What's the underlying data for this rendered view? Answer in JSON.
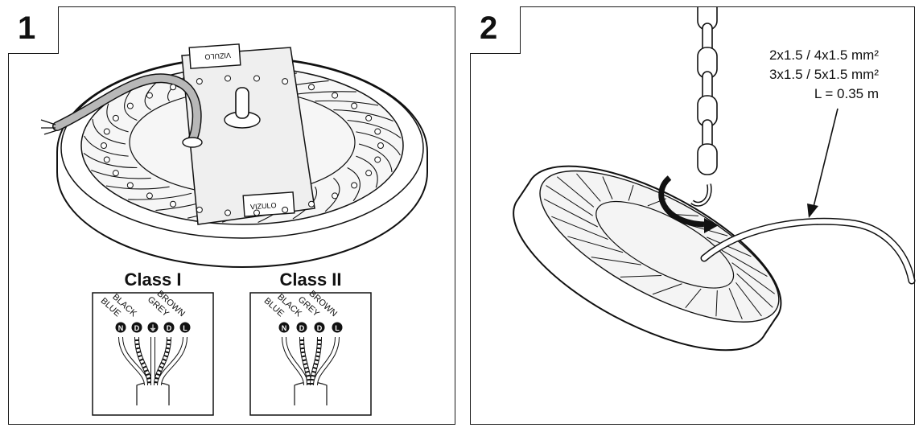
{
  "panel1": {
    "step": "1",
    "brand_marks": [
      "VIZULO",
      "VIZULO"
    ],
    "class_one": {
      "title": "Class I",
      "wires": [
        {
          "label": "BLUE",
          "terminal": "N"
        },
        {
          "label": "BLACK",
          "terminal": "D"
        },
        {
          "label": "",
          "terminal": "⏚"
        },
        {
          "label": "GREY",
          "terminal": "D"
        },
        {
          "label": "BROWN",
          "terminal": "L"
        }
      ]
    },
    "class_two": {
      "title": "Class II",
      "wires": [
        {
          "label": "BLUE",
          "terminal": "N"
        },
        {
          "label": "BLACK",
          "terminal": "D"
        },
        {
          "label": "GREY",
          "terminal": "D"
        },
        {
          "label": "BROWN",
          "terminal": "L"
        }
      ]
    }
  },
  "panel2": {
    "step": "2",
    "spec_lines": [
      "2x1.5 / 4x1.5 mm²",
      "3x1.5 / 5x1.5 mm²",
      "L = 0.35 m"
    ]
  }
}
